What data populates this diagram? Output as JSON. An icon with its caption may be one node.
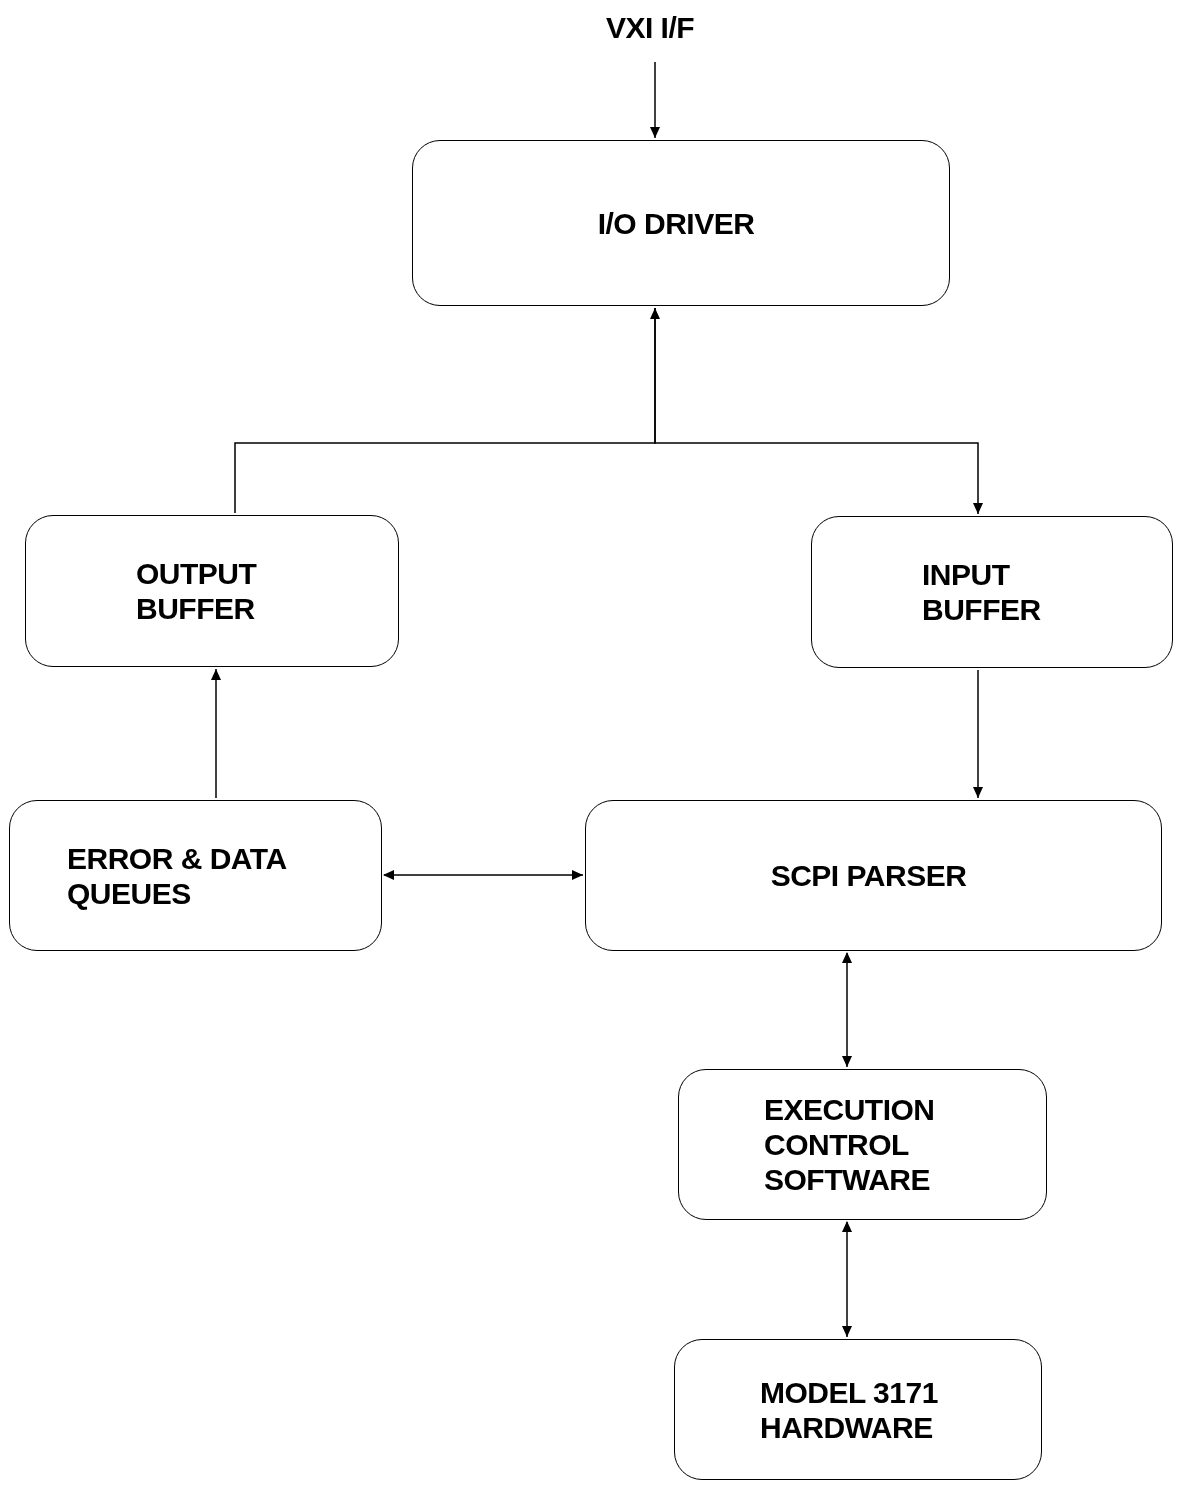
{
  "diagram": {
    "nodes": [
      {
        "text": [
          "VXI I/F"
        ]
      },
      {
        "text": [
          "I/O DRIVER"
        ]
      },
      {
        "text": [
          "OUTPUT BUFFER"
        ]
      },
      {
        "text": [
          "INPUT BUFFER"
        ]
      },
      {
        "text": [
          "ERROR & DATA QUEUES"
        ]
      },
      {
        "text": [
          "SCPI PARSER"
        ]
      },
      {
        "text": [
          "EXECUTION CONTROL SOFTWARE"
        ]
      },
      {
        "text": [
          "MODEL 3171 HARDWARE"
        ]
      }
    ],
    "edges": [
      {
        "from": 0,
        "to": 1,
        "arrow": "to"
      },
      {
        "from": 1,
        "to": 3,
        "arrow": "to"
      },
      {
        "from": 2,
        "to": 1,
        "arrow": "to"
      },
      {
        "from": 3,
        "to": 5,
        "arrow": "to"
      },
      {
        "from": 4,
        "to": 2,
        "arrow": "to"
      },
      {
        "from": 4,
        "to": 5,
        "arrow": "both"
      },
      {
        "from": 5,
        "to": 6,
        "arrow": "both"
      },
      {
        "from": 6,
        "to": 7,
        "arrow": "both"
      }
    ]
  }
}
